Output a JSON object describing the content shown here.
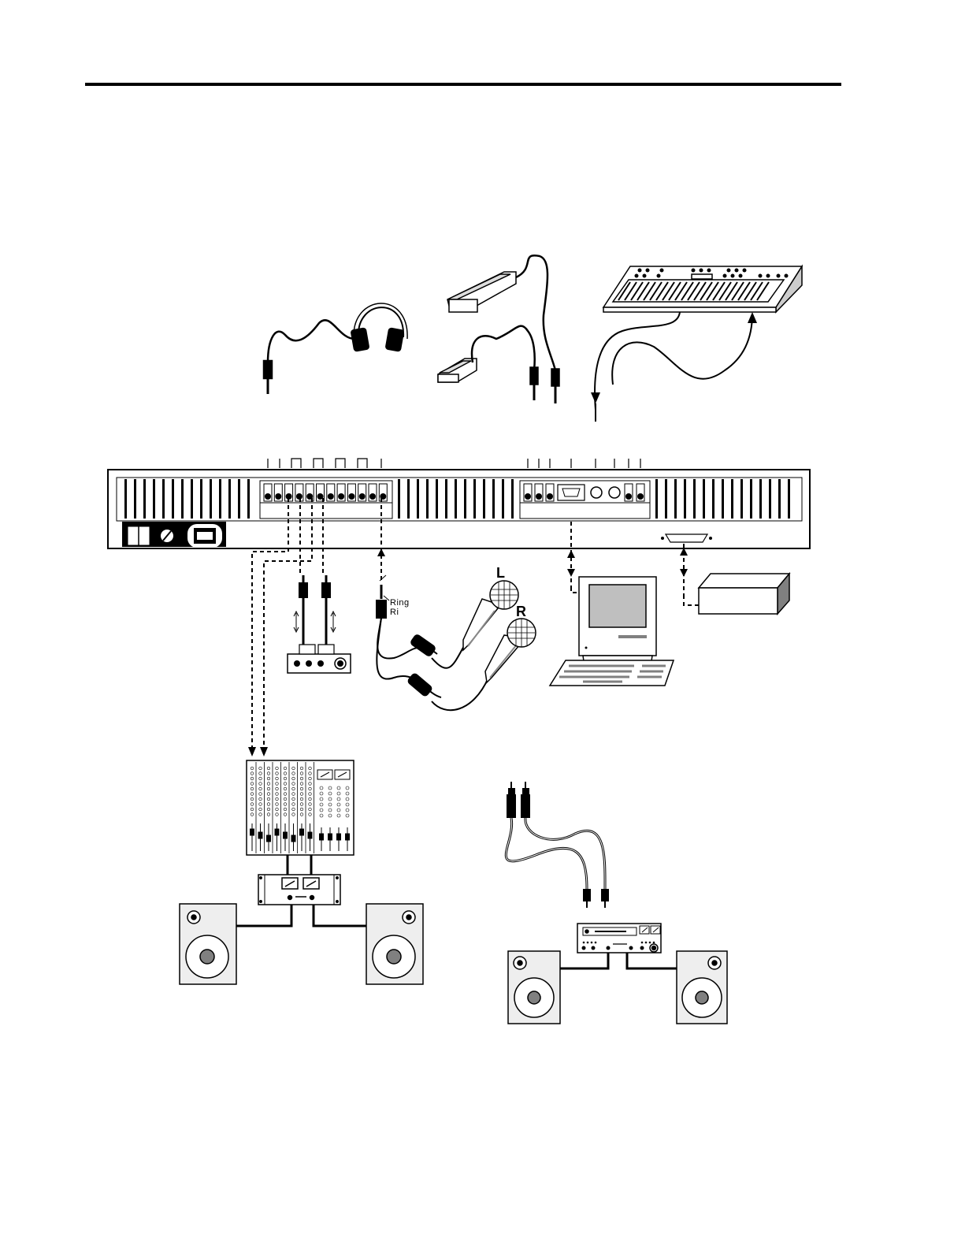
{
  "labels": {
    "mic_left": "L",
    "mic_right": "R",
    "plug_ring": "Ring",
    "plug_ring_short": "Ri"
  },
  "colors": {
    "line": "#000000",
    "panel": "#eeeeee",
    "gray": "#bfbfbf",
    "dark_gray": "#808080",
    "black": "#000000"
  }
}
